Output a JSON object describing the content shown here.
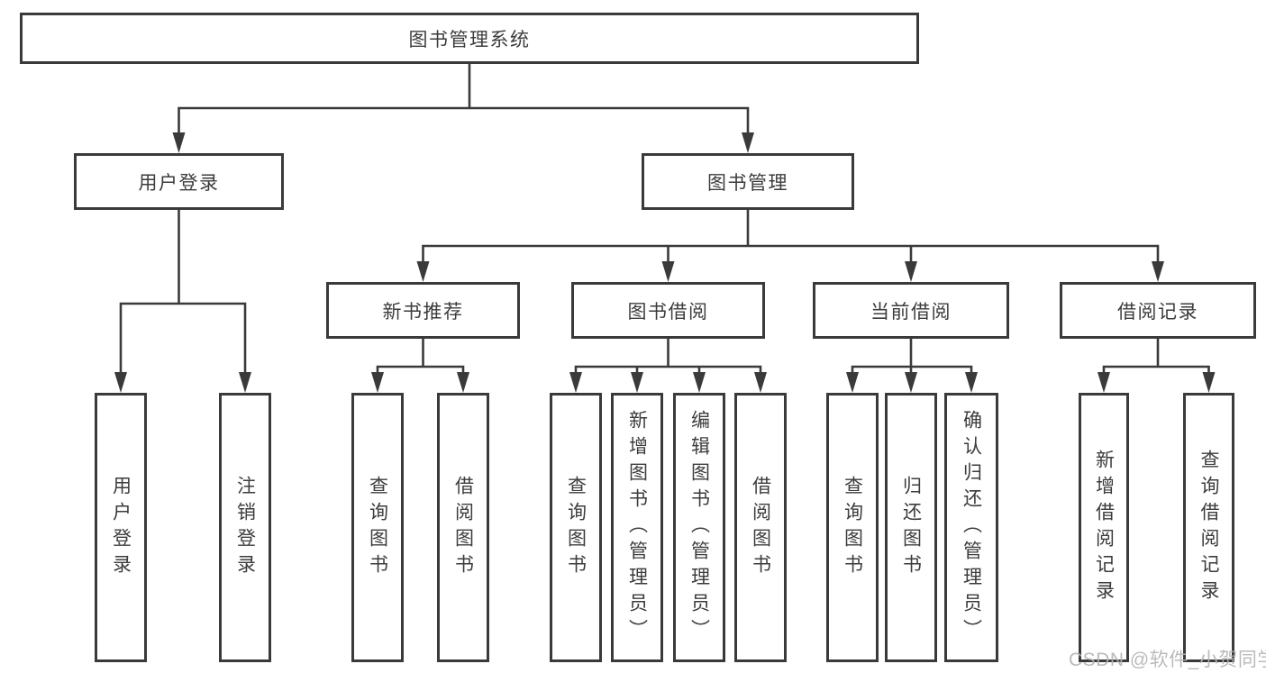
{
  "diagram": {
    "root": {
      "label": "图书管理系统"
    },
    "level2": [
      {
        "label": "用户登录"
      },
      {
        "label": "图书管理"
      }
    ],
    "level3": [
      {
        "label": "新书推荐"
      },
      {
        "label": "图书借阅"
      },
      {
        "label": "当前借阅"
      },
      {
        "label": "借阅记录"
      }
    ],
    "leaves": [
      {
        "parent": "用户登录",
        "label": "用户登录"
      },
      {
        "parent": "用户登录",
        "label": "注销登录"
      },
      {
        "parent": "新书推荐",
        "label": "查询图书"
      },
      {
        "parent": "新书推荐",
        "label": "借阅图书"
      },
      {
        "parent": "图书借阅",
        "label": "查询图书"
      },
      {
        "parent": "图书借阅",
        "label": "新增图书（管理员）"
      },
      {
        "parent": "图书借阅",
        "label": "编辑图书（管理员）"
      },
      {
        "parent": "图书借阅",
        "label": "借阅图书"
      },
      {
        "parent": "当前借阅",
        "label": "查询图书"
      },
      {
        "parent": "当前借阅",
        "label": "归还图书"
      },
      {
        "parent": "当前借阅",
        "label": "确认归还（管理员）"
      },
      {
        "parent": "借阅记录",
        "label": "新增借阅记录"
      },
      {
        "parent": "借阅记录",
        "label": "查询借阅记录"
      }
    ]
  },
  "watermark": {
    "text": "CSDN @软件_小贺同学"
  },
  "colors": {
    "line": "#3a3a3a",
    "text": "#3c3c3c",
    "background": "#ffffff",
    "watermark": "#b3b3b3"
  }
}
